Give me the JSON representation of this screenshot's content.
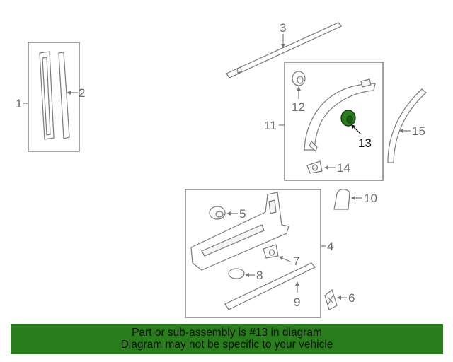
{
  "callouts": {
    "c1": "1",
    "c2": "2",
    "c3": "3",
    "c4": "4",
    "c5": "5",
    "c6": "6",
    "c7": "7",
    "c8": "8",
    "c9": "9",
    "c10": "10",
    "c11": "11",
    "c12": "12",
    "c13": "13",
    "c14": "14",
    "c15": "15"
  },
  "highlight_color": "#2a7d1c",
  "banner": {
    "line1": "Part or sub-assembly is #13 in diagram",
    "line2": "Diagram may not be specific to your vehicle"
  }
}
